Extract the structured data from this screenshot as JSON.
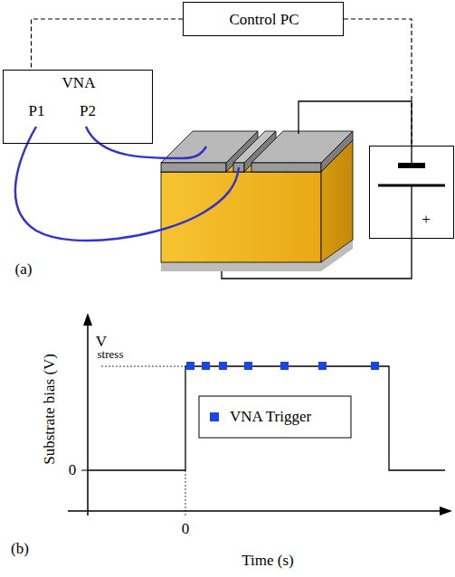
{
  "diagram": {
    "nodes": [
      {
        "text": [
          "Control PC"
        ]
      },
      {
        "text": [
          "VNA",
          "P1",
          "P2"
        ]
      },
      {
        "text": [
          "+"
        ]
      }
    ],
    "edges": [
      {
        "from": 0,
        "to": 1,
        "arrow": "none"
      },
      {
        "from": 0,
        "to": 2,
        "arrow": "none"
      }
    ],
    "labels": [
      "(a)",
      "Substrate bias (V)",
      "V",
      "stress",
      "0",
      "0",
      "Time (s)",
      "(b)"
    ],
    "legend": [
      {
        "text": "VNA Trigger",
        "color": "#1a46e6"
      }
    ]
  }
}
